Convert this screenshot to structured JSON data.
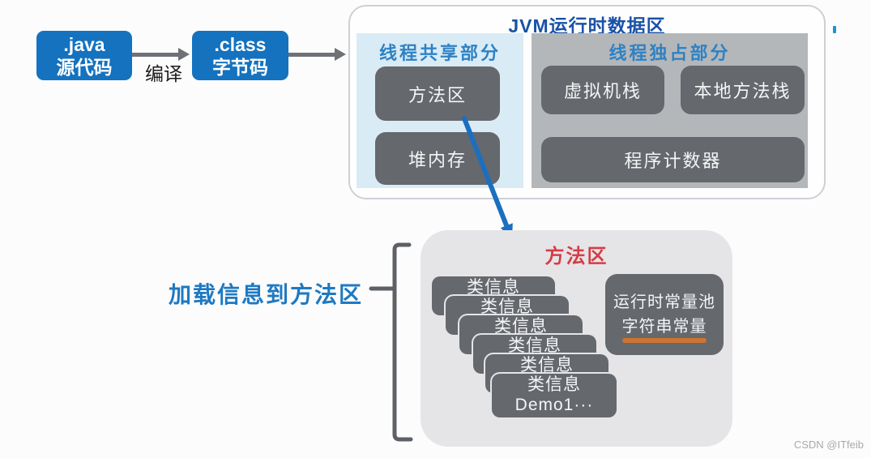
{
  "pipeline": {
    "java_box": {
      "line1": ".java",
      "line2": "源代码"
    },
    "compile_label": "编译",
    "class_box": {
      "line1": ".class",
      "line2": "字节码"
    }
  },
  "jvm": {
    "title": "JVM运行时数据区",
    "shared": {
      "title": "线程共享部分",
      "boxes": [
        "方法区",
        "堆内存"
      ]
    },
    "exclusive": {
      "title": "线程独占部分",
      "boxes": [
        "虚拟机栈",
        "本地方法栈",
        "程序计数器"
      ]
    }
  },
  "method_area": {
    "load_label": "加载信息到方法区",
    "title": "方法区",
    "class_info_boxes": [
      "类信息",
      "类信息",
      "类信息",
      "类信息",
      "类信息"
    ],
    "front_box": {
      "line1": "类信息",
      "line2": "Demo1···"
    },
    "constant_pool": {
      "line1": "运行时常量池",
      "line2": "字符串常量"
    }
  },
  "watermark": "CSDN @ITfeib",
  "colors": {
    "box_blue": "#1472bf",
    "title_blue": "#1a52a6",
    "header_blue": "#2e82c4",
    "label_blue": "#1e79c2",
    "arrow_blue": "#1b6fbf",
    "arrow_gray": "#6e7175",
    "dark_box_gray": "#65686d",
    "shared_panel_blue": "#d9ebf5",
    "exclusive_panel_gray": "#b4b7ba",
    "detail_bg_gray": "#e5e5e7",
    "red_title": "#d63c47",
    "orange_underline": "#cf7430"
  }
}
